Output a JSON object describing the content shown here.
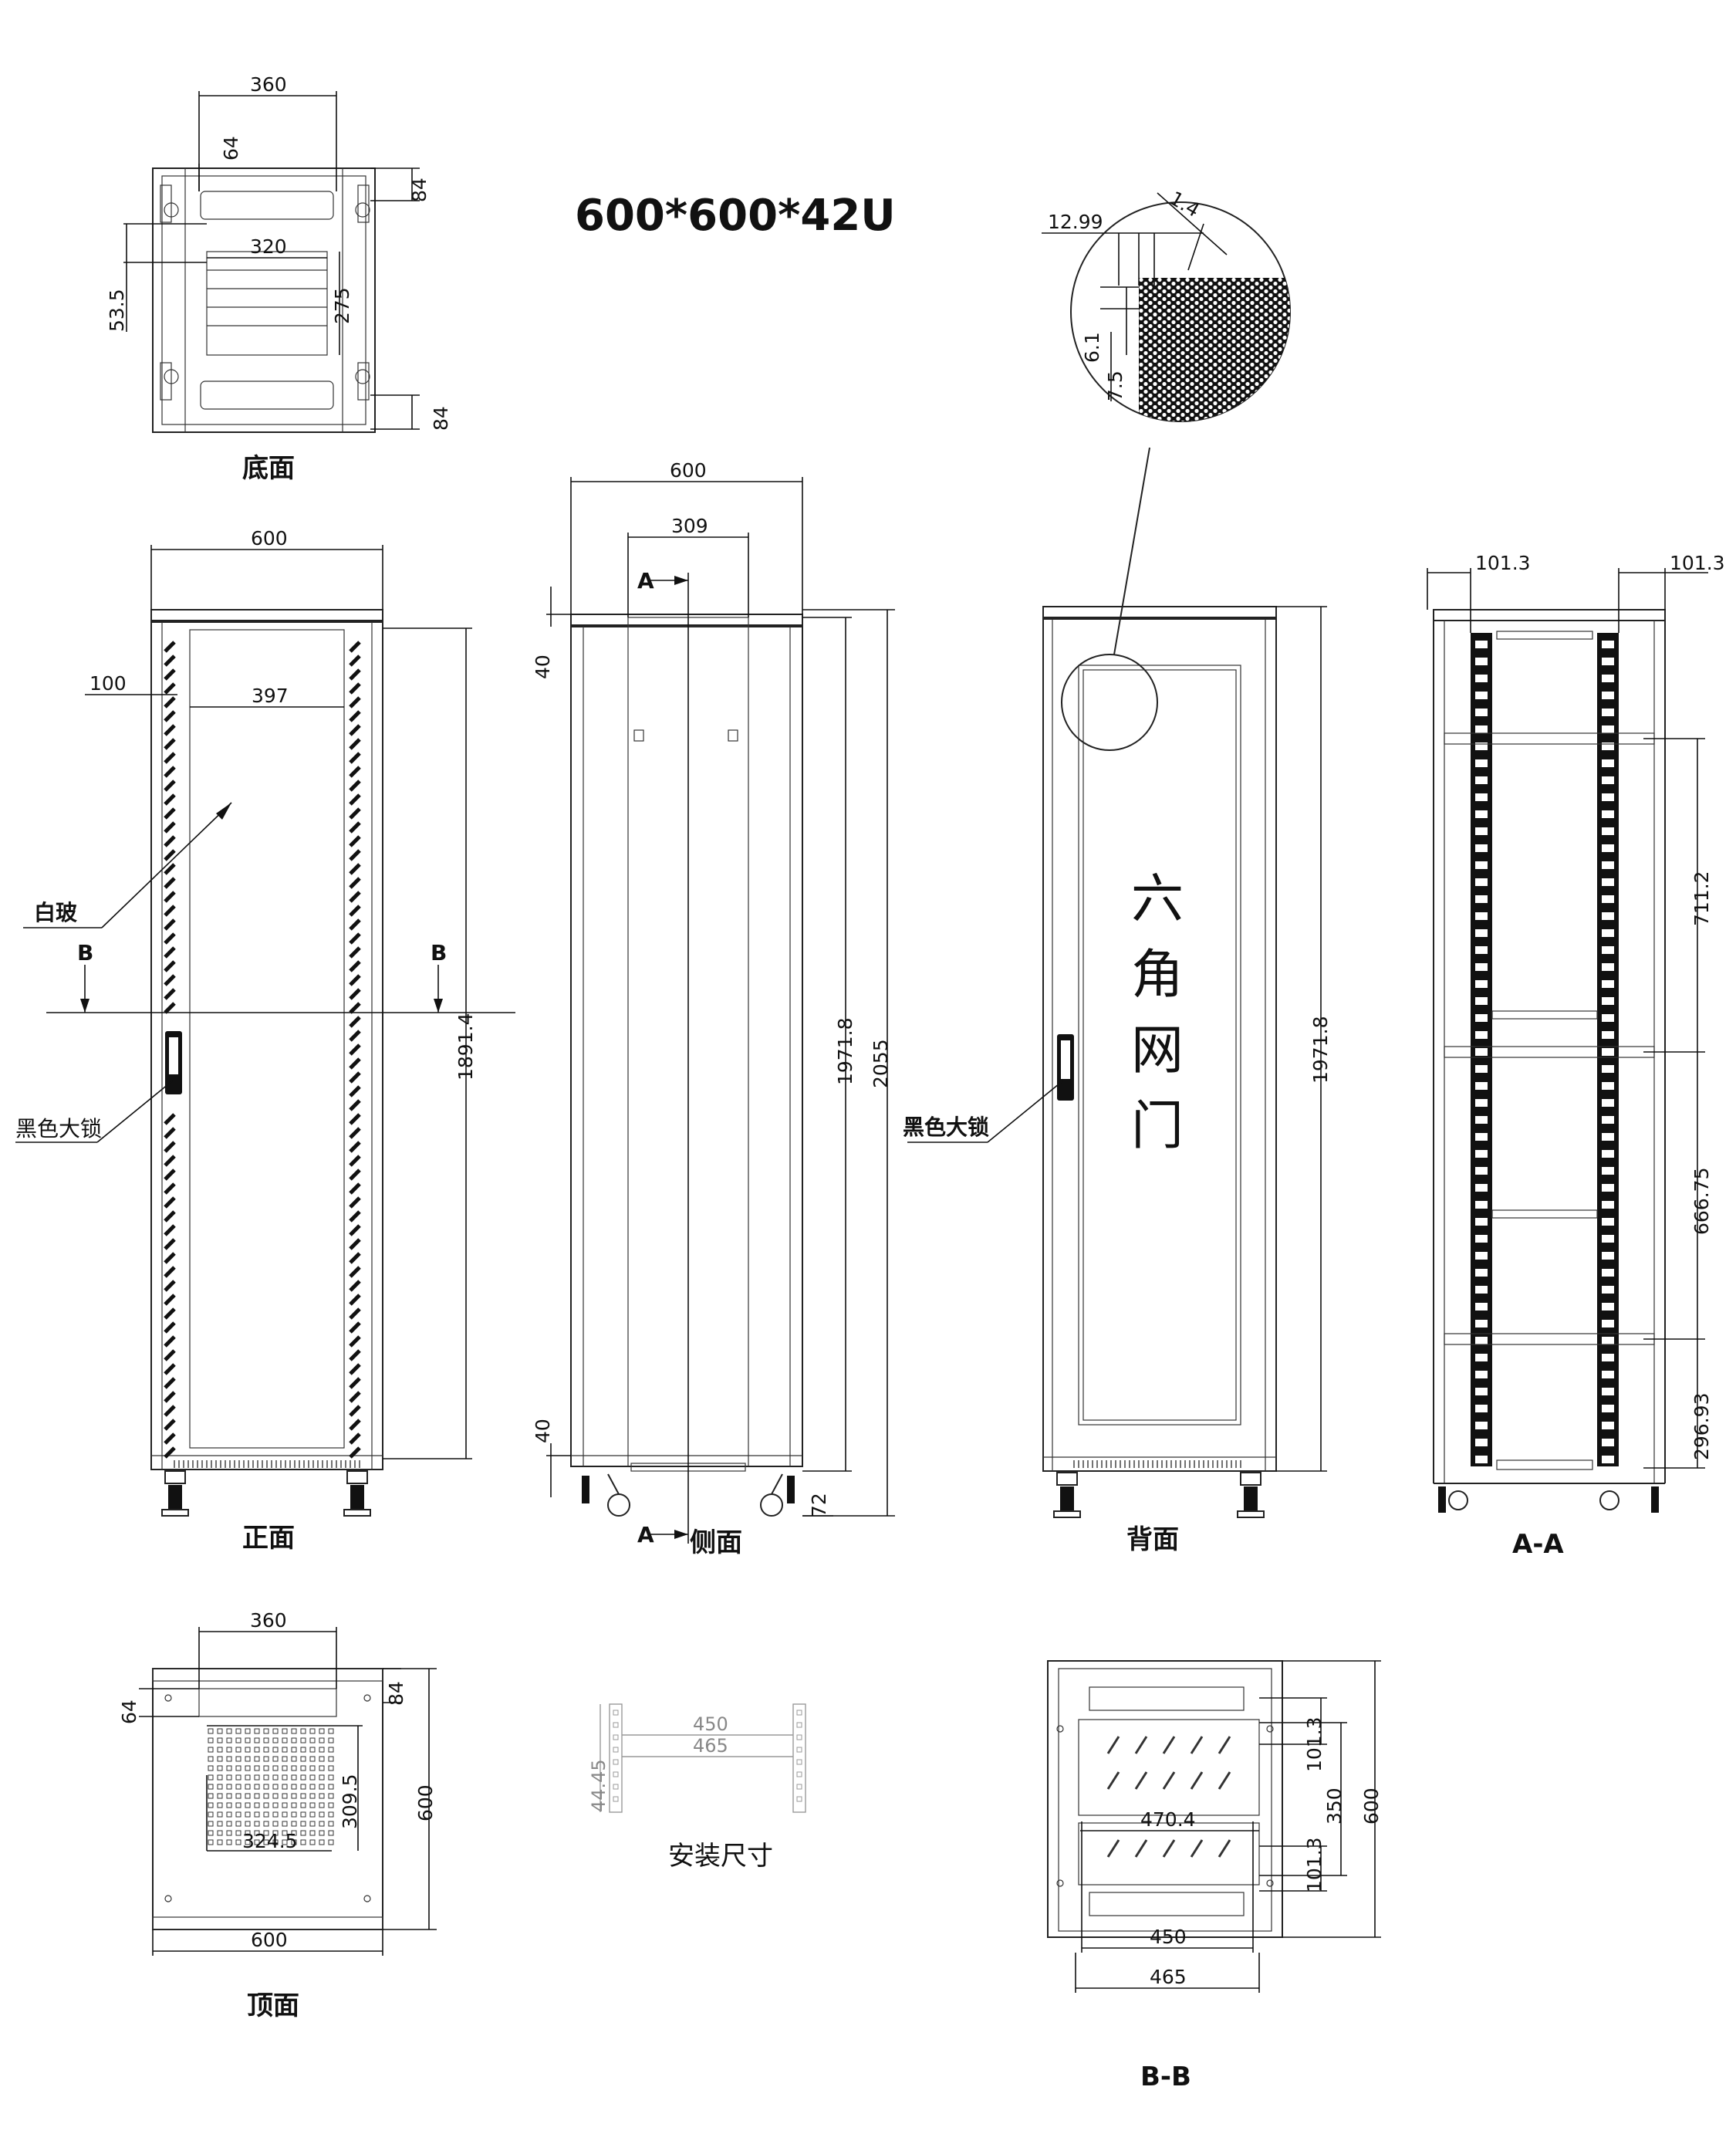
{
  "title": "600*600*42U",
  "views": {
    "bottom": {
      "label": "底面",
      "dims": {
        "w360": "360",
        "d64": "64",
        "d84a": "84",
        "w320": "320",
        "d53_5": "53.5",
        "d275": "275",
        "d84b": "84"
      }
    },
    "front": {
      "label": "正面",
      "dims": {
        "w600": "600",
        "d100": "100",
        "w397": "397",
        "h1891_4": "1891.4"
      },
      "annotations": {
        "glass": "白玻",
        "lock": "黑色大锁",
        "section_left": "B",
        "section_right": "B"
      }
    },
    "side": {
      "label": "侧面",
      "dims": {
        "w600": "600",
        "w309": "309",
        "d40top": "40",
        "d40bot": "40",
        "h1971_8": "1971.8",
        "h2055": "2055",
        "d72": "72"
      },
      "annotations": {
        "section_top": "A",
        "section_bottom": "A"
      }
    },
    "back": {
      "label": "背面",
      "dims": {
        "h1971_8": "1971.8"
      },
      "annotations": {
        "lock": "黑色大锁",
        "door": [
          "六",
          "角",
          "网",
          "门"
        ]
      }
    },
    "detail": {
      "dims": {
        "d12_99": "12.99",
        "d1_4": "1.4",
        "d6_1": "6.1",
        "d7_5": "7.5"
      }
    },
    "section_aa": {
      "label": "A-A",
      "dims": {
        "d101_3a": "101.3",
        "d101_3b": "101.3",
        "d711_2": "711.2",
        "d666_75": "666.75",
        "d296_93": "296.93"
      }
    },
    "top": {
      "label": "顶面",
      "dims": {
        "w360": "360",
        "d64": "64",
        "d84": "84",
        "h600": "600",
        "d309_5": "309.5",
        "w324_5": "324.5",
        "w600": "600"
      }
    },
    "install": {
      "label": "安装尺寸",
      "dims": {
        "w450": "450",
        "w465": "465",
        "d44_45": "44.45"
      }
    },
    "section_bb": {
      "label": "B-B",
      "dims": {
        "d101_3a": "101.3",
        "d350": "350",
        "d600": "600",
        "w470_4": "470.4",
        "d101_3b": "101.3",
        "w450": "450",
        "w465": "465"
      }
    }
  }
}
